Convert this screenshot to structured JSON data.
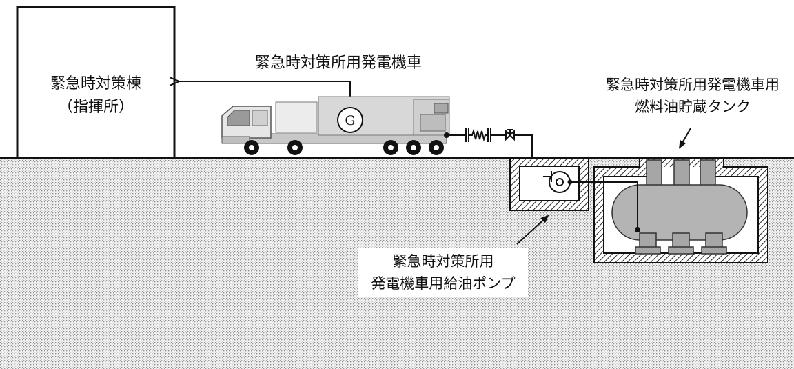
{
  "building": {
    "line1": "緊急時対策棟",
    "line2": "（指揮所）"
  },
  "generator_vehicle": {
    "label": "緊急時対策所用発電機車",
    "generator_symbol": "G"
  },
  "fuel_tank": {
    "line1": "緊急時対策所用発電機車用",
    "line2": "燃料油貯蔵タンク"
  },
  "fuel_pump": {
    "line1": "緊急時対策所用",
    "line2": "発電機車用給油ポンプ"
  }
}
